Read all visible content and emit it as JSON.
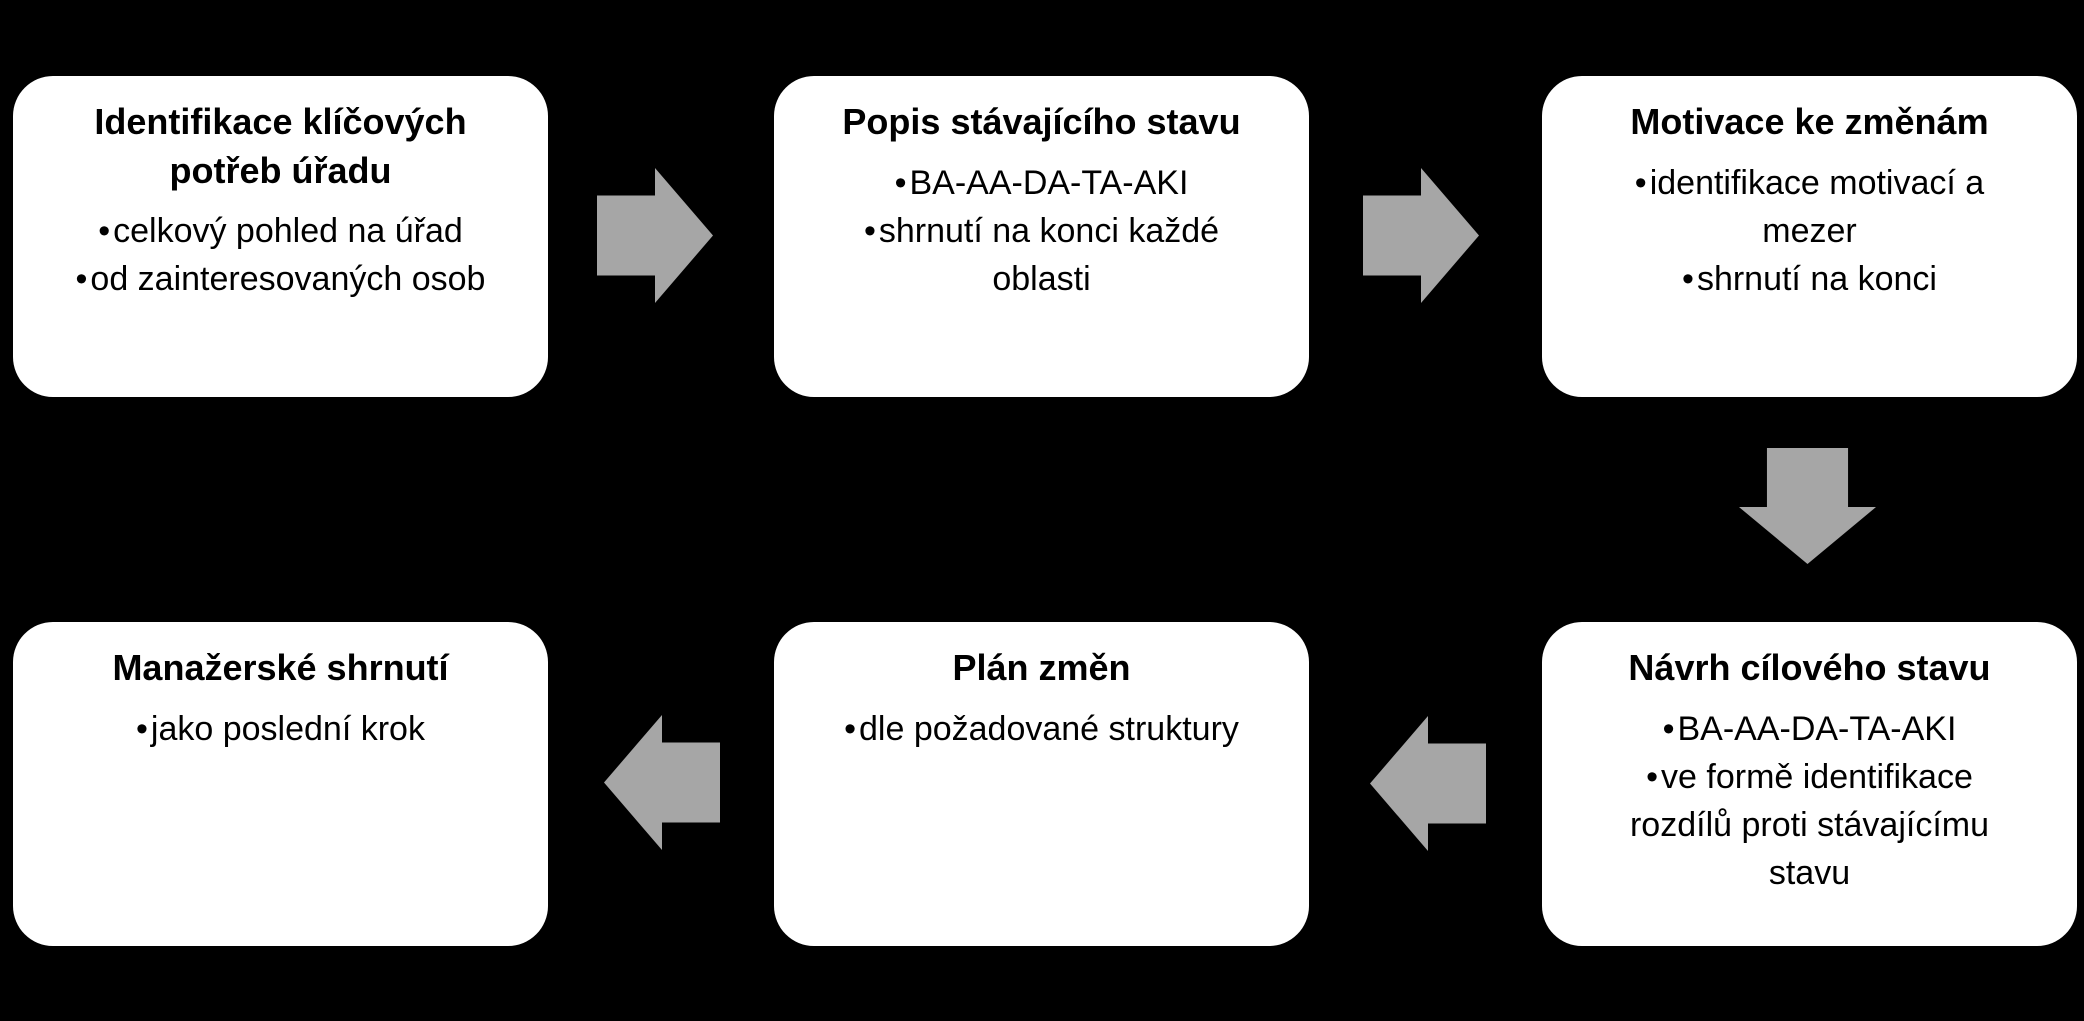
{
  "ui": {
    "bullet_char": "•"
  },
  "colors": {
    "background": "#000000",
    "box_fill": "#ffffff",
    "box_text": "#000000",
    "arrow_fill": "#a6a6a6"
  },
  "diagram": {
    "type": "process-flow",
    "boxes": [
      {
        "id": "step-1",
        "title": "Identifikace klíčových\npotřeb úřadu",
        "bullets": [
          "celkový pohled na úřad",
          "od zainteresovaných osob"
        ]
      },
      {
        "id": "step-2",
        "title": "Popis stávajícího stavu",
        "bullets": [
          "BA-AA-DA-TA-AKI",
          "shrnutí na konci každé\noblasti"
        ]
      },
      {
        "id": "step-3",
        "title": "Motivace ke změnám",
        "bullets": [
          "identifikace motivací a\nmezer",
          "shrnutí na konci"
        ]
      },
      {
        "id": "step-4",
        "title": "Návrh cílového stavu",
        "bullets": [
          "BA-AA-DA-TA-AKI",
          "ve formě identifikace\nrozdílů proti stávajícímu\nstavu"
        ]
      },
      {
        "id": "step-5",
        "title": "Plán změn",
        "bullets": [
          "dle požadované struktury"
        ]
      },
      {
        "id": "step-6",
        "title": "Manažerské shrnutí",
        "bullets": [
          "jako poslední krok"
        ]
      }
    ],
    "arrows": [
      {
        "from": "step-1",
        "to": "step-2",
        "direction": "right"
      },
      {
        "from": "step-2",
        "to": "step-3",
        "direction": "right"
      },
      {
        "from": "step-3",
        "to": "step-4",
        "direction": "down"
      },
      {
        "from": "step-4",
        "to": "step-5",
        "direction": "left"
      },
      {
        "from": "step-5",
        "to": "step-6",
        "direction": "left"
      }
    ]
  }
}
